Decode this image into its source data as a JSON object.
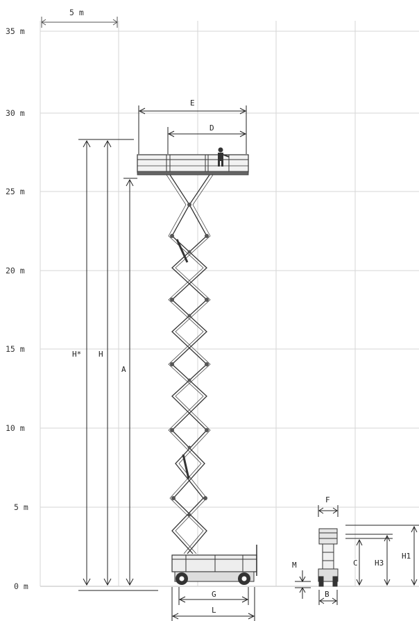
{
  "y_axis": {
    "unit_note": "5 m",
    "ticks": [
      "35 m",
      "30 m",
      "25 m",
      "20 m",
      "15 m",
      "10 m",
      "5 m",
      "0 m"
    ]
  },
  "dimensions": {
    "h_star": "H*",
    "h": "H",
    "a": "A",
    "e": "E",
    "d": "D",
    "g": "G",
    "l": "L",
    "f": "F",
    "m": "M",
    "b": "B",
    "c": "C",
    "h3": "H3",
    "h1": "H1"
  },
  "colors": {
    "line": "#222222",
    "grid": "#d6d6d6",
    "machine": "#333333"
  }
}
